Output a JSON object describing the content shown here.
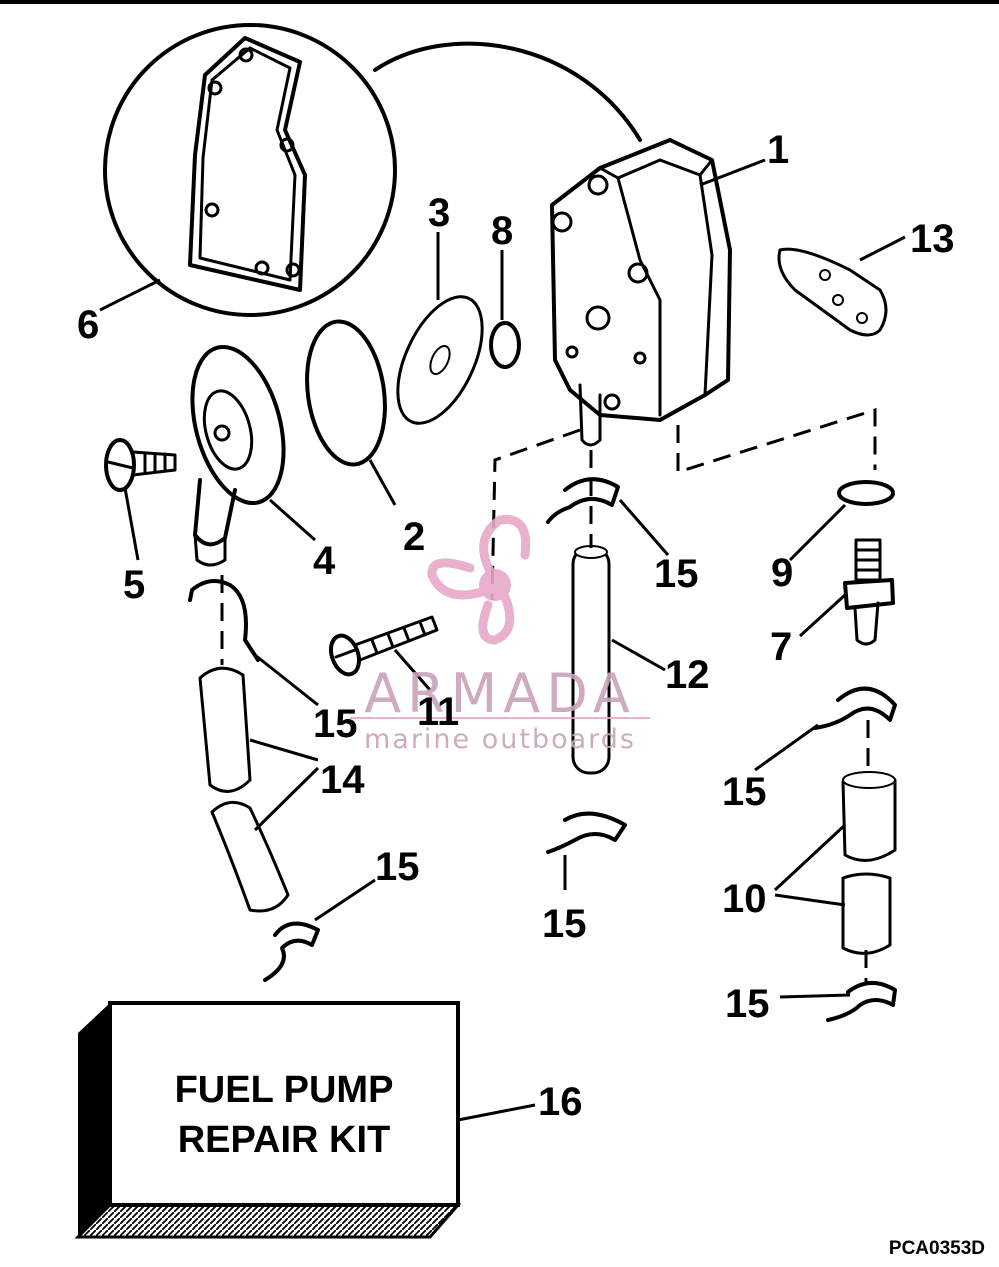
{
  "callouts": {
    "c1": "1",
    "c2": "2",
    "c3": "3",
    "c4": "4",
    "c5": "5",
    "c6": "6",
    "c7": "7",
    "c8": "8",
    "c9": "9",
    "c10": "10",
    "c11": "11",
    "c12": "12",
    "c13": "13",
    "c14": "14",
    "c15": "15"
  },
  "repair_kit": {
    "line1": "FUEL PUMP",
    "line2": "REPAIR KIT",
    "callout": "16"
  },
  "part_code": "PCA0353D",
  "watermark": {
    "brand": "ARMADA",
    "tagline": "marine outboards",
    "color": "#e7a9c9"
  }
}
